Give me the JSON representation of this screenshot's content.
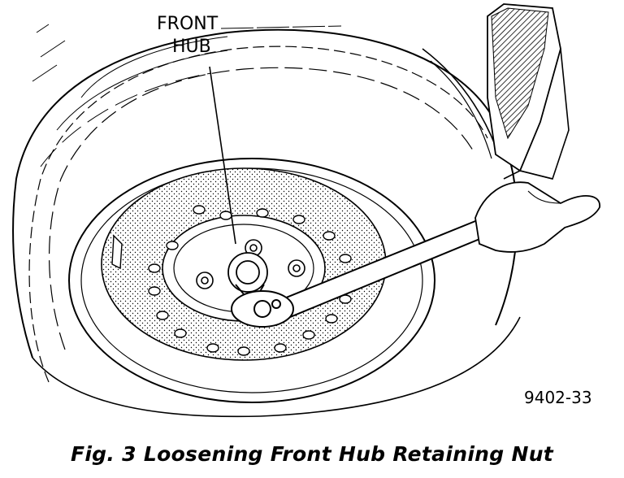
{
  "callout": {
    "line1": "FRONT",
    "line2": "HUB"
  },
  "figure_code": "9402-33",
  "caption": "Fig. 3 Loosening Front Hub Retaining Nut"
}
